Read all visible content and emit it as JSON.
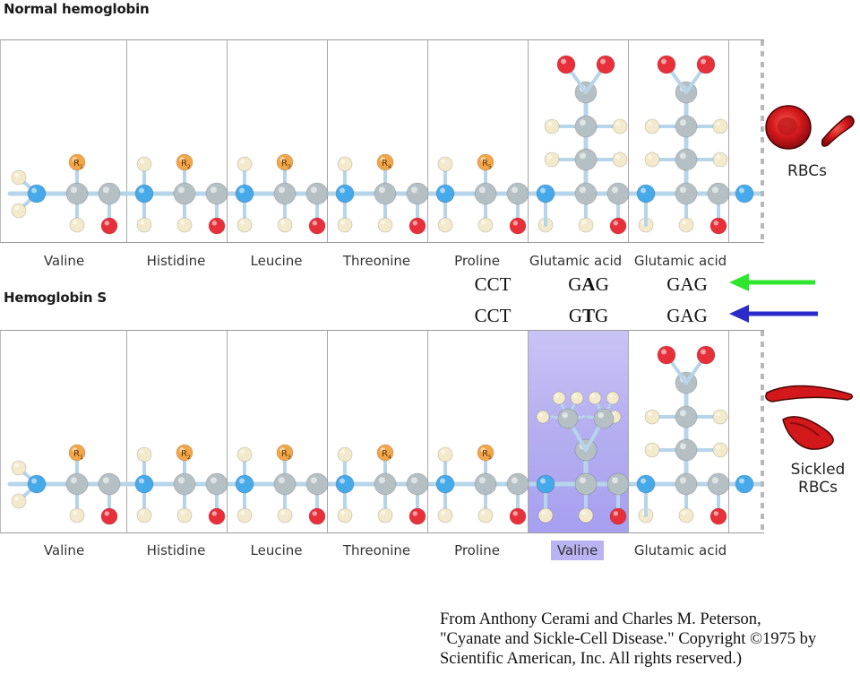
{
  "normal": {
    "title": "Normal hemoglobin",
    "amino_acids": [
      "Valine",
      "Histidine",
      "Leucine",
      "Threonine",
      "Proline",
      "Glutamic acid",
      "Glutamic acid"
    ],
    "cell_label": "RBCs"
  },
  "sickle": {
    "title": "Hemoglobin S",
    "amino_acids": [
      "Valine",
      "Histidine",
      "Leucine",
      "Threonine",
      "Proline",
      "Valine",
      "Glutamic acid"
    ],
    "cell_label_line1": "Sickled",
    "cell_label_line2": "RBCs"
  },
  "codons": {
    "normal": [
      {
        "pre": "CCT",
        "mid": "",
        "post": ""
      },
      {
        "pre": "G",
        "mid": "A",
        "post": "G"
      },
      {
        "pre": "GAG",
        "mid": "",
        "post": ""
      }
    ],
    "sickle": [
      {
        "pre": "CCT",
        "mid": "",
        "post": ""
      },
      {
        "pre": "G",
        "mid": "T",
        "post": "G"
      },
      {
        "pre": "GAG",
        "mid": "",
        "post": ""
      }
    ]
  },
  "residue_labels": [
    "R1",
    "R2",
    "R3",
    "R4",
    "R5"
  ],
  "caption": {
    "line1": "From Anthony Cerami and Charles M. Peterson,",
    "line2": "\"Cyanate and Sickle-Cell Disease.\" Copyright ©1975 by",
    "line3": "Scientific American, Inc. All rights reserved.)"
  },
  "colors": {
    "nitrogen": "#46a9ea",
    "carbon": "#b5c0c4",
    "oxygen": "#e8303a",
    "hydrogen": "#f3eacb",
    "r_group": "#f3a649",
    "bond": "#b7d5ea",
    "arrow_normal": "#2ee62e",
    "arrow_sickle": "#2b2bc9",
    "highlight": "#b9b3f2"
  }
}
